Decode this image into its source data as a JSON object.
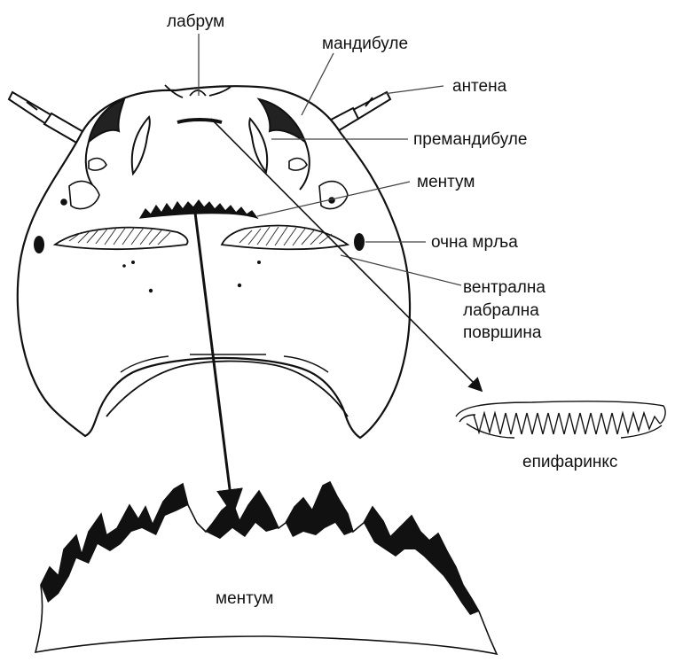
{
  "labels": {
    "labrum": "лабрум",
    "mandibles": "мандибуле",
    "antenna": "антена",
    "premandibles": "премандибуле",
    "mentum_top": "ментум",
    "eye_spot": "очна мрља",
    "ventral_labral_surface": [
      "вентрална",
      "лабрална",
      "површина"
    ],
    "epipharynx": "епифаринкс",
    "mentum_bottom": "ментум"
  },
  "colors": {
    "line": "#111111",
    "leader": "#444444",
    "background": "#ffffff"
  }
}
